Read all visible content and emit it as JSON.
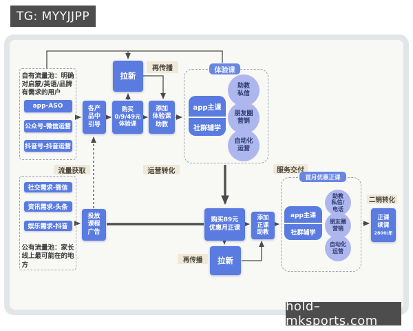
{
  "badges": {
    "top": "TG: MYYJJPP",
    "bottom": "hold–mksports.com"
  },
  "own_pool": {
    "title": "自有流量池：明确\n对启蒙/英语/品牌\n有需求的用户",
    "items": [
      "app-ASO",
      "公众号-微信运营",
      "抖音号-抖音运营"
    ]
  },
  "public_pool": {
    "items": [
      "社交需求-微信",
      "资讯需求-头条",
      "娱乐需求-抖音"
    ],
    "caption": "公有流量池：家长\n线上最可能在的地\n方"
  },
  "labels": {
    "respread_top": "再传播",
    "acquisition": "流量获取",
    "conversion": "运营转化",
    "delivery": "服务交付",
    "resale": "二销转化",
    "respread_bottom": "再传播"
  },
  "nodes": {
    "pull_new_top": "拉新",
    "guide": "各产\n品中\n引导",
    "buy_trial": "购买\n0/9/49元\n体验课",
    "add_trial_assistant": "添加\n体验课\n助教",
    "place_ads": "投放\n课程\n广告",
    "buy_regular": "购买89元\n优惠月正课",
    "add_regular_assistant": "添加\n正课\n助教",
    "pull_new_bottom": "拉新",
    "renewal_name": "正课\n续课",
    "renewal_price": "2800/年"
  },
  "trial_section": {
    "tab": "体验课",
    "courses": [
      "app主课",
      "社群辅学"
    ],
    "ops": [
      "助教\n私信",
      "朋友圈\n营销",
      "自动化\n运营"
    ]
  },
  "regular_section": {
    "tab": "首月优惠正课",
    "courses": [
      "app主课",
      "社群辅学"
    ],
    "ops": [
      "助教\n私信/\n电话",
      "朋友圈\n营销",
      "自动化\n运营"
    ]
  },
  "colors": {
    "node_blue": "#5a7be0",
    "circle_blue": "#aeb7ed",
    "label_beige": "#f0e9d7",
    "badge_dark": "#4d4d4d",
    "panel_frame": "#e3e6e9",
    "canvas": "#f8f8f5",
    "arrow": "#4a4a4a"
  }
}
